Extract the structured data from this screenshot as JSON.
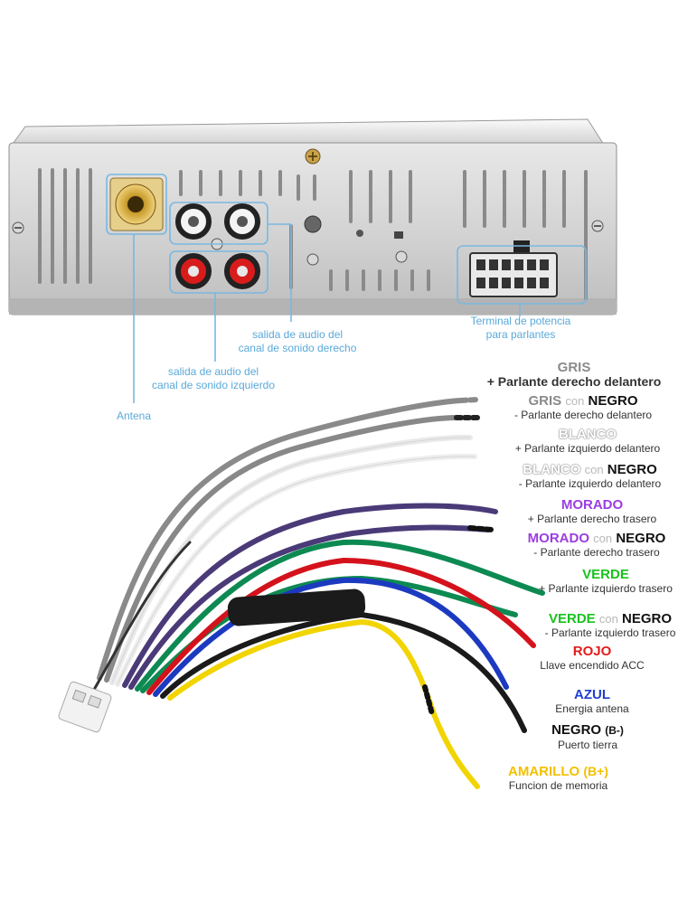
{
  "callouts": {
    "right_audio": [
      "salida de audio del",
      "canal de sonido derecho"
    ],
    "left_audio": [
      "salida de audio del",
      "canal de sonido izquierdo"
    ],
    "antenna": "Antena",
    "power_terminal": [
      "Terminal de potencia",
      "para parlantes"
    ]
  },
  "wires": [
    {
      "color_word": "GRIS",
      "suffix": "",
      "desc": "+ Parlante derecho delantero"
    },
    {
      "color_word": "GRIS",
      "con": "con",
      "suffix": "NEGRO",
      "desc": "- Parlante derecho delantero"
    },
    {
      "color_word": "BLANCO",
      "suffix": "",
      "desc": "+ Parlante izquierdo delantero"
    },
    {
      "color_word": "BLANCO",
      "con": "con",
      "suffix": "NEGRO",
      "desc": "- Parlante izquierdo delantero"
    },
    {
      "color_word": "MORADO",
      "suffix": "",
      "desc": "+ Parlante derecho trasero"
    },
    {
      "color_word": "MORADO",
      "con": "con",
      "suffix": "NEGRO",
      "desc": "- Parlante derecho trasero"
    },
    {
      "color_word": "VERDE",
      "suffix": "",
      "desc": "+ Parlante izquierdo trasero"
    },
    {
      "color_word": "VERDE",
      "con": "con",
      "suffix": "NEGRO",
      "desc": "- Parlante izquierdo trasero"
    },
    {
      "color_word": "ROJO",
      "suffix": "",
      "desc": "Llave encendido ACC"
    },
    {
      "color_word": "AZUL",
      "suffix": "",
      "desc": "Energia antena"
    },
    {
      "color_word": "NEGRO",
      "suffix": "(B-)",
      "desc": "Puerto tierra"
    },
    {
      "color_word": "AMARILLO",
      "suffix": "(B+)",
      "desc": "Funcion de memoria"
    }
  ],
  "colors": {
    "callout": "#5aa9d9",
    "gray": "#8a8a8a",
    "white": "#ffffff",
    "purple": "#9a3ee0",
    "green": "#19c21e",
    "red": "#e21b1b",
    "blue": "#1f3fd0",
    "black": "#111111",
    "yellow": "#f3c000"
  }
}
